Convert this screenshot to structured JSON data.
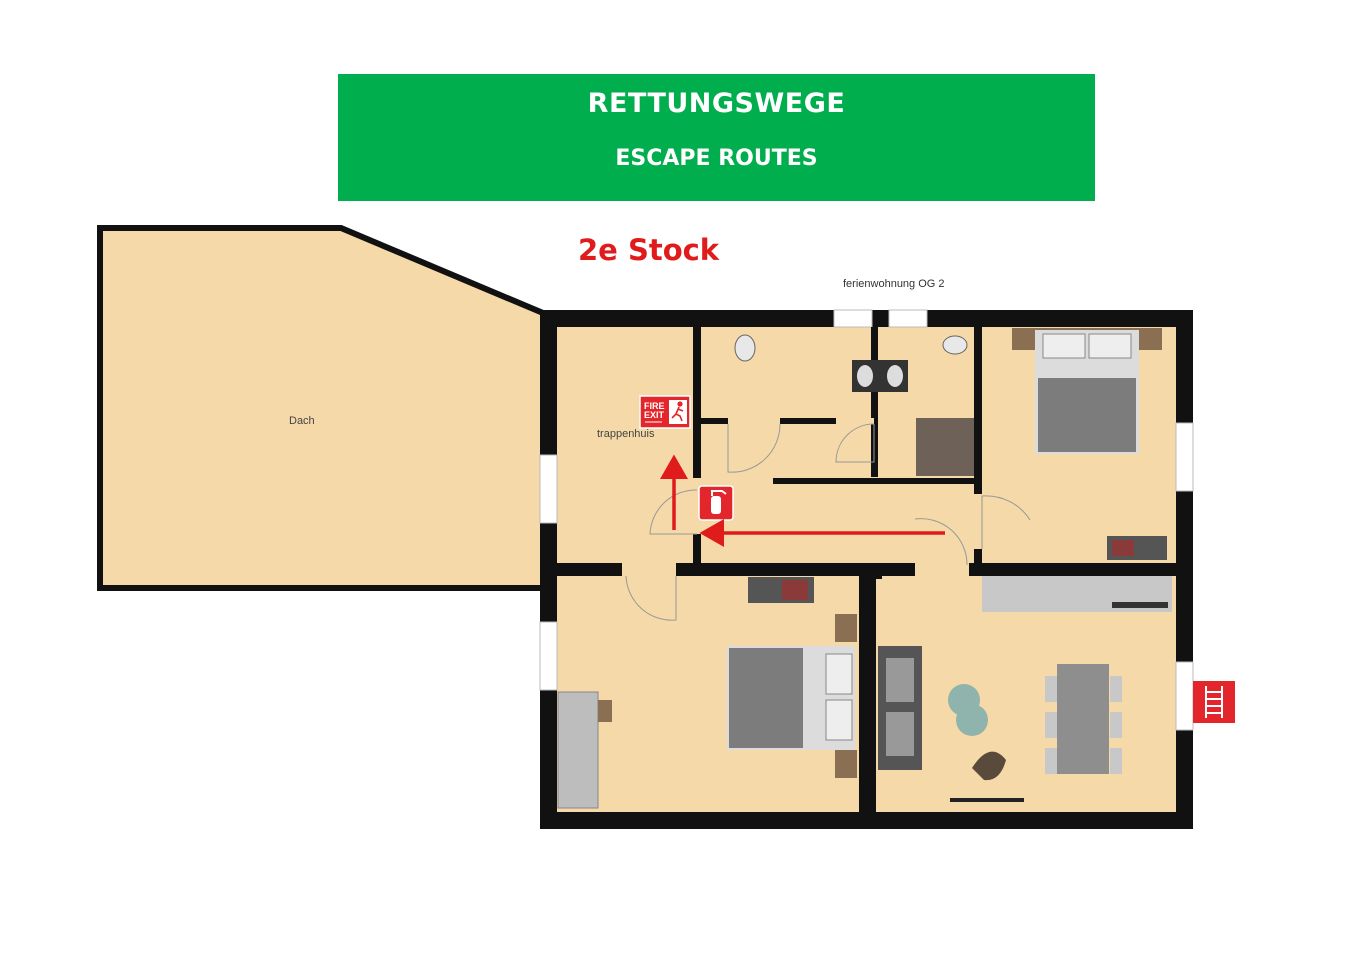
{
  "header": {
    "title": "RETTUNGSWEGE",
    "subtitle": "ESCAPE ROUTES",
    "banner_color": "#00ae4e"
  },
  "floor_label": "2e Stock",
  "apartment_label": "ferienwohnung OG 2",
  "rooms": {
    "roof": "Dach",
    "stairwell": "trappenhuis"
  },
  "signs": {
    "fire_exit_line1": "FIRE",
    "fire_exit_line2": "EXIT",
    "fire_exit_icon": "running-person-icon",
    "extinguisher_icon": "fire-extinguisher-icon",
    "ladder_icon": "ladder-icon",
    "sign_color": "#e3262c"
  },
  "colors": {
    "floor": "#f5d9a8",
    "wall": "#111111",
    "escape_arrow": "#e01b1b"
  }
}
